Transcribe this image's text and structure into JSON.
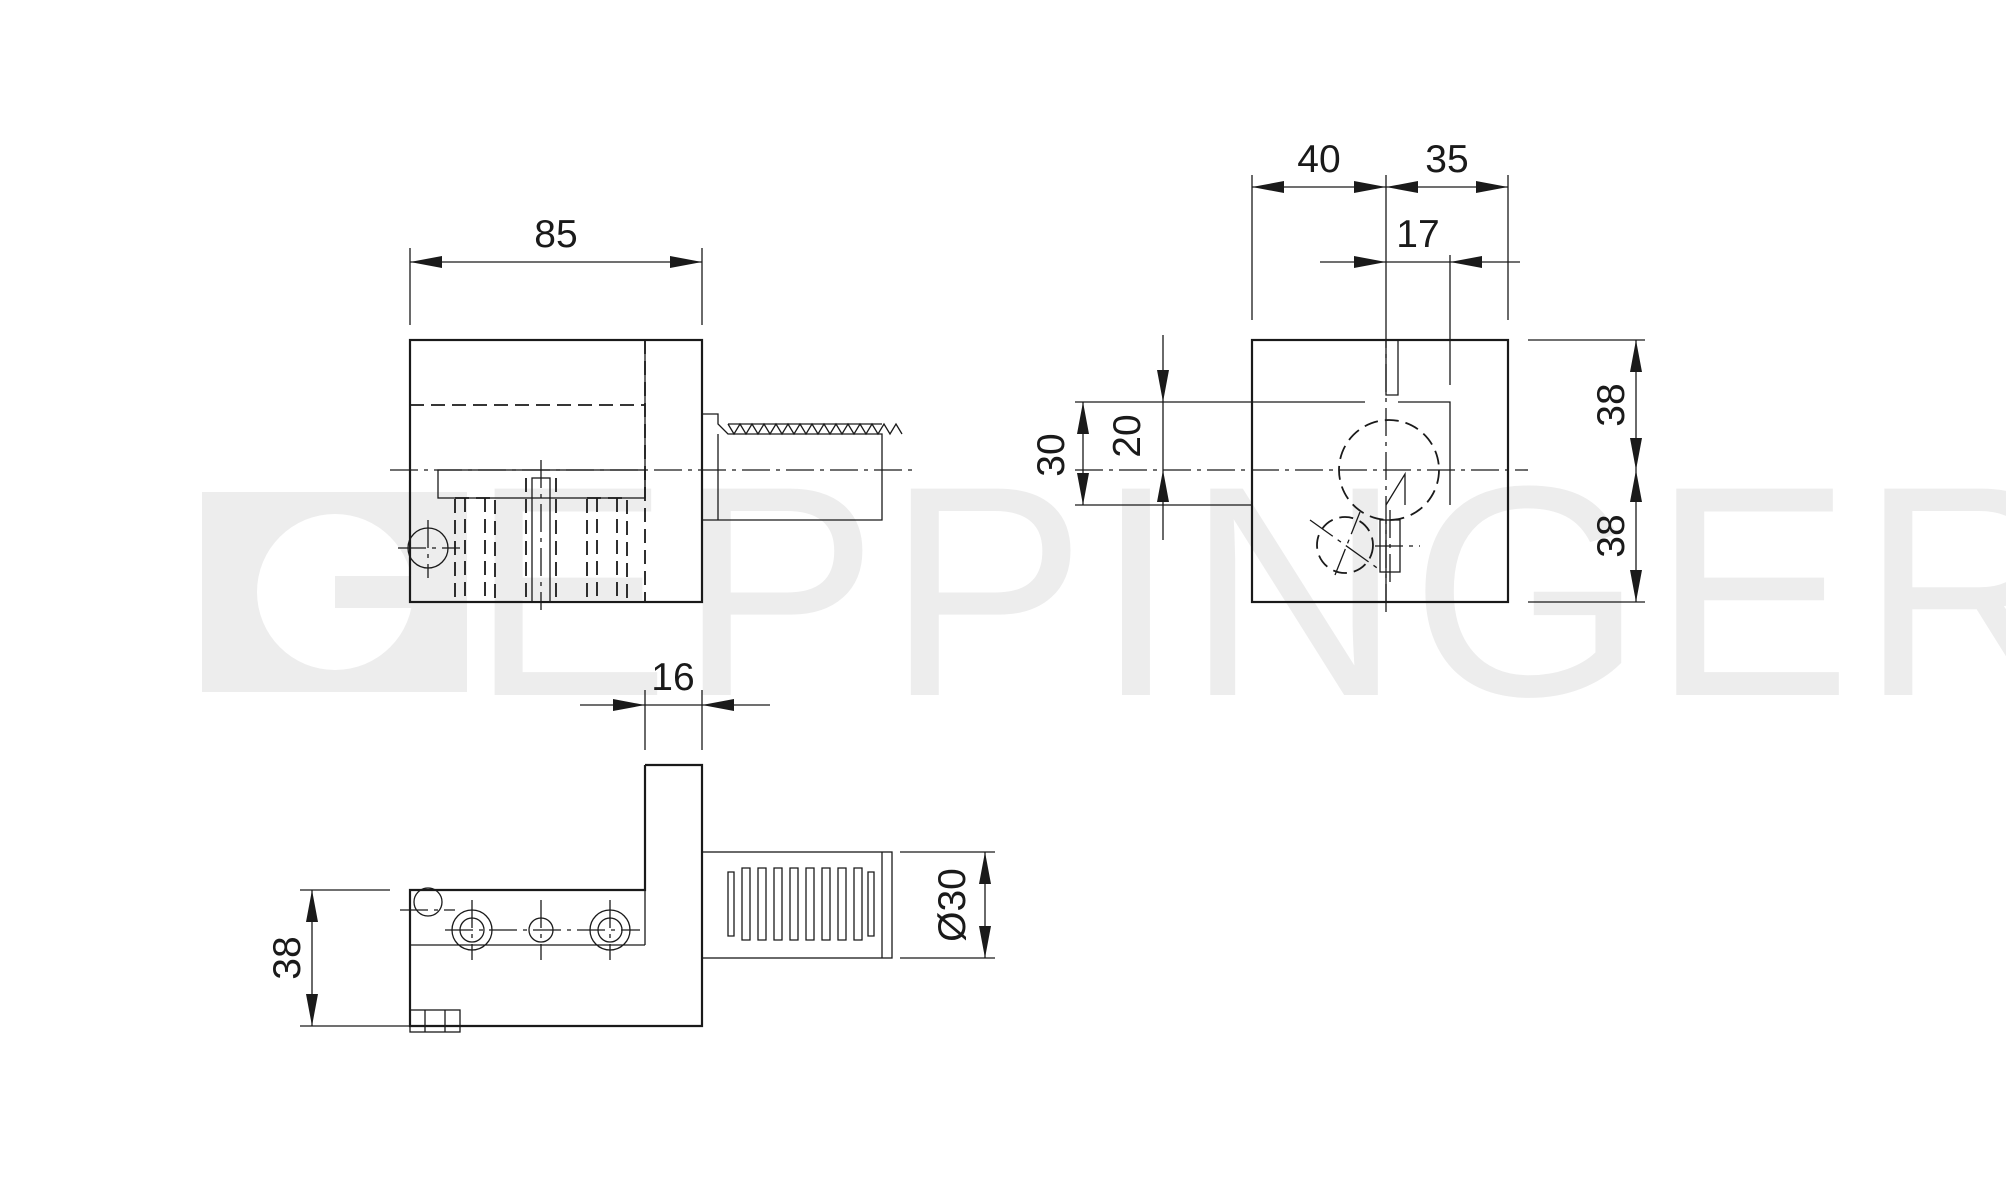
{
  "watermark": {
    "text": "EPPINGER",
    "color": "#ededed"
  },
  "views": {
    "front": {
      "dims": {
        "width": "85"
      }
    },
    "side": {
      "dims": {
        "left_width": "40",
        "right_width": "35",
        "offset": "17",
        "height_outer": "30",
        "height_inner": "20",
        "upper_height": "38",
        "lower_height": "38"
      }
    },
    "top": {
      "dims": {
        "flange": "16",
        "diameter": "Ø30",
        "height": "38"
      }
    }
  },
  "colors": {
    "line": "#1a1a1a",
    "background": "#ffffff"
  }
}
